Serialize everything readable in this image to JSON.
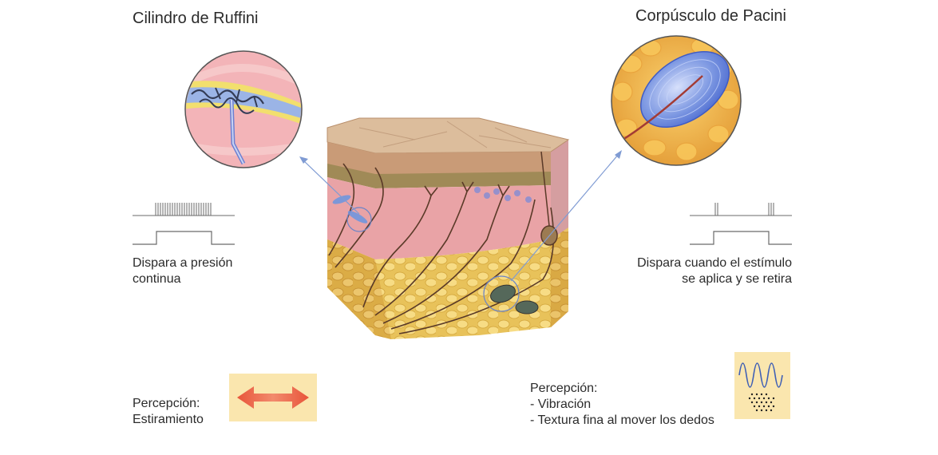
{
  "left": {
    "title": "Cilindro de Ruffini",
    "description_line1": "Dispara a presión",
    "description_line2": "continua",
    "perception_label": "Percepción:",
    "perception_value": "Estiramiento"
  },
  "right": {
    "title": "Corpúsculo de Pacini",
    "description_line1": "Dispara cuando el estímulo",
    "description_line2": "se aplica y se retira",
    "perception_label": "Percepción:",
    "perception_item1": "- Vibración",
    "perception_item2": "- Textura fina al mover los dedos"
  },
  "colors": {
    "epidermis": "#d9b595",
    "dermis": "#e9a3a6",
    "fat": "#e7c65e",
    "arrow": "#7f9bd3",
    "pacini_bg": "#e7a743",
    "capsule": "#5f7fd6"
  }
}
